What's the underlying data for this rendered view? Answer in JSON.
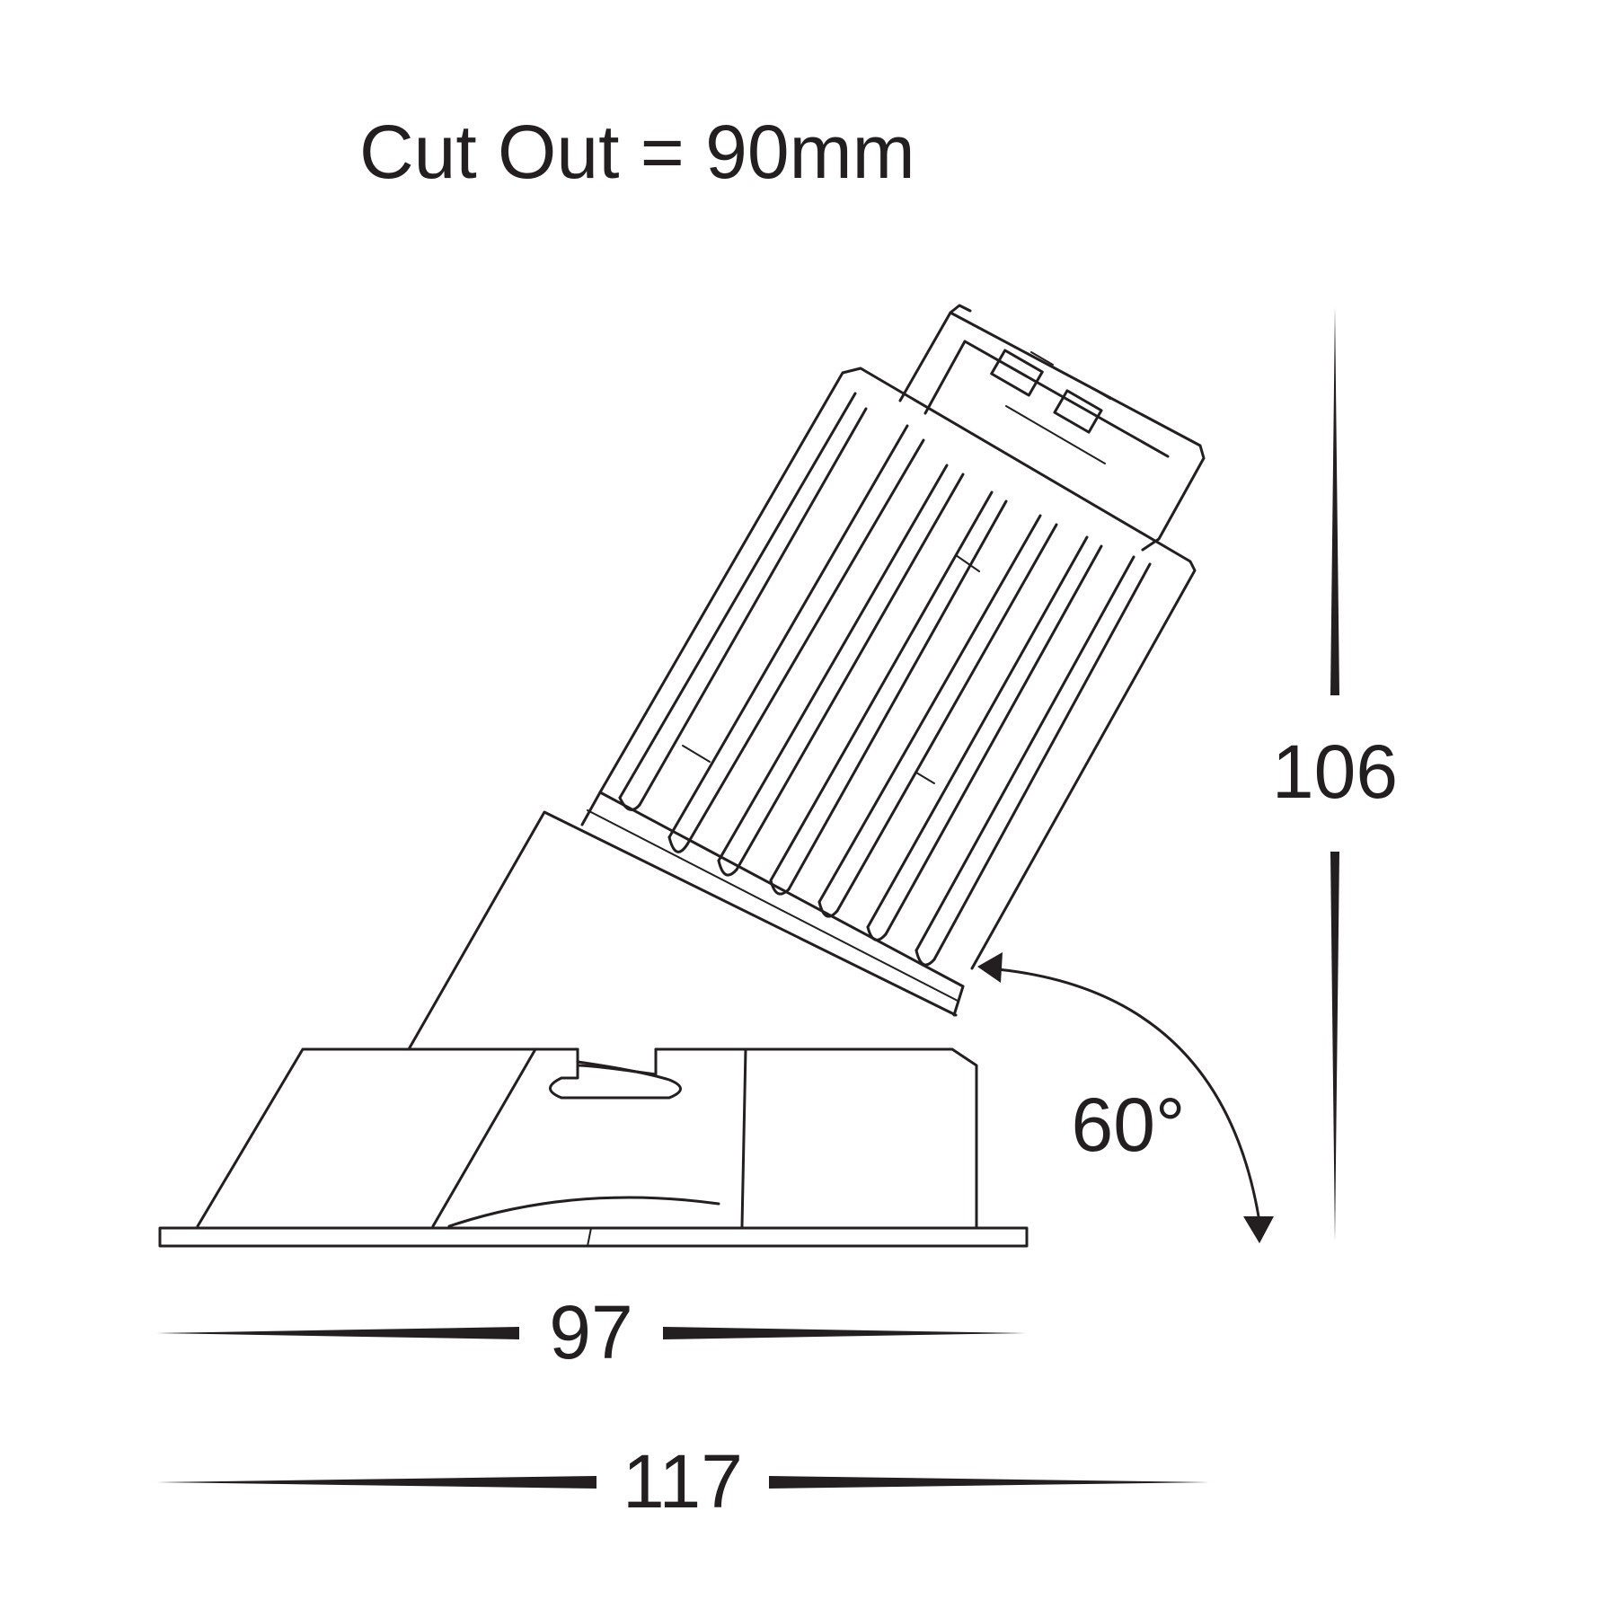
{
  "title": "Cut Out = 90mm",
  "dimensions": {
    "height": "106",
    "width_body": "97",
    "width_total": "117",
    "tilt_angle": "60°"
  },
  "colors": {
    "ink": "#231f20",
    "background": "#ffffff"
  }
}
